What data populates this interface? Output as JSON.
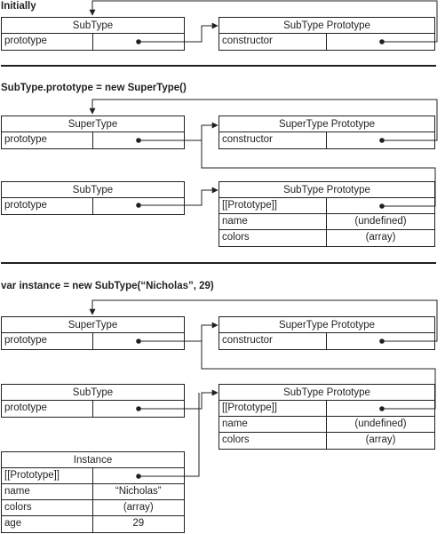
{
  "headings": {
    "initially": "Initially",
    "section2": "SubType.prototype = new SuperType()",
    "section3": "var instance = new SubType(“Nicholas”, 29)"
  },
  "labels": {
    "subtype": "SubType",
    "subtype_prototype": "SubType Prototype",
    "supertype": "SuperType",
    "supertype_prototype": "SuperType Prototype",
    "instance": "Instance",
    "prototype": "prototype",
    "constructor": "constructor",
    "proto_slot": "[[Prototype]]",
    "name": "name",
    "colors": "colors",
    "age": "age",
    "undefined": "(undefined)",
    "array": "(array)",
    "nicholas": "“Nicholas”",
    "age_value": "29"
  }
}
